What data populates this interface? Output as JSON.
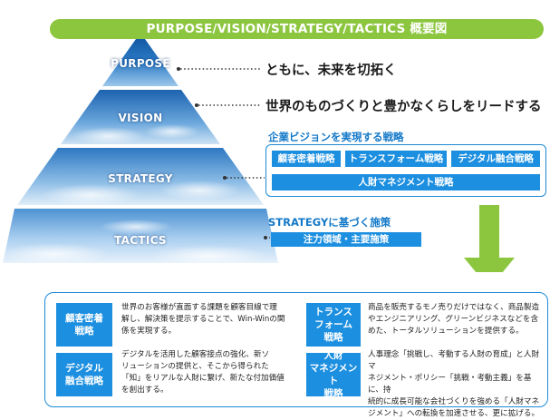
{
  "header": {
    "title": "PURPOSE/VISION/STRATEGY/TACTICS 概要図"
  },
  "pyramid": {
    "layers": [
      {
        "label": "PURPOSE"
      },
      {
        "label": "VISION"
      },
      {
        "label": "STRATEGY"
      },
      {
        "label": "TACTICS"
      }
    ]
  },
  "purpose": {
    "text": "ともに、未来を切拓く"
  },
  "vision": {
    "text": "世界のものづくりと豊かなくらしをリードする"
  },
  "strategy": {
    "heading": "企業ビジョンを実現する戦略",
    "items": [
      "顧客密着戦略",
      "トランスフォーム戦略",
      "デジタル融合戦略"
    ],
    "bottom_item": "人財マネジメント戦略"
  },
  "tactics": {
    "heading": "STRATEGYに基づく施策",
    "bar": "注力領域・主要施策"
  },
  "details": [
    {
      "tag_lines": [
        "顧客密着",
        "戦略"
      ],
      "desc_lines": [
        "世界のお客様が直面する課題を顧客目線で理",
        "解し、解決策を提示することで、Win-Winの関",
        "係を実現する。"
      ]
    },
    {
      "tag_lines": [
        "トランス",
        "フォーム",
        "戦略"
      ],
      "desc_lines": [
        "商品を販売するモノ売りだけではなく、商品製造",
        "やエンジニアリング、グリーンビジネスなどを含",
        "めた、トータルソリューションを提供する。"
      ]
    },
    {
      "tag_lines": [
        "デジタル",
        "融合戦略"
      ],
      "desc_lines": [
        "デジタルを活用した顧客接点の強化、新ソ",
        "リューションの提供と、そこから得られた",
        "「知」をリアルな人財に繋げ、新たな付加価値",
        "を創出する。"
      ]
    },
    {
      "tag_lines": [
        "人財",
        "マネジメント",
        "戦略"
      ],
      "desc_lines": [
        "人事理念「挑戦し、考動する人財の育成」と人財マ",
        "ネジメント・ポリシー「挑戦・考動主義」を基に、持",
        "続的に成長可能な会社づくりを強める「人財マネ",
        "ジメント」への転換を加速させる、更に拡げる。"
      ]
    }
  ],
  "colors": {
    "banner": "#8cc63f",
    "accent_blue": "#1c8fe0",
    "heading_blue": "#1479c8",
    "sky_dark": "#0b4e9a",
    "sky_light": "#dcecf8",
    "arrow": "#8cc63f"
  }
}
